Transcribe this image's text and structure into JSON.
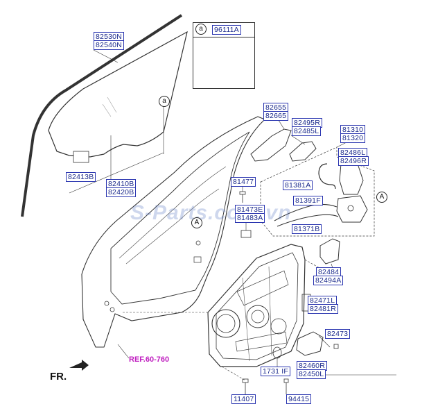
{
  "labels": {
    "glass_upper": [
      "82530N",
      "82540N"
    ],
    "sticker": "96111A",
    "sticker_callout": "a",
    "glass_callout": "a",
    "clip_82413b": "82413B",
    "glass_lower": [
      "82410B",
      "82420B"
    ],
    "frame_upper": [
      "82655",
      "82665"
    ],
    "frame_right": [
      "82495R",
      "82485L"
    ],
    "latch_assy": [
      "81310",
      "81320"
    ],
    "latch_part": [
      "82486L",
      "82496R"
    ],
    "bolt_81477": "81477",
    "cable_81381a": "81381A",
    "cable_81391f": "81391F",
    "switch_parts": [
      "81473E",
      "81483A"
    ],
    "cable_81371b": "81371B",
    "circle_a": "A",
    "circle_a2": "A",
    "hinge_part": [
      "82484",
      "82494A"
    ],
    "regulator_part": [
      "82471L",
      "82481R"
    ],
    "screw_82473": "82473",
    "motor_parts": [
      "82460R",
      "82450L"
    ],
    "grommet": "1731 IF",
    "bolt_11407": "11407",
    "bolt_94415": "94415",
    "ref": "REF.60-760",
    "fr": "FR.",
    "watermark": "S-Parts.com.vn"
  }
}
